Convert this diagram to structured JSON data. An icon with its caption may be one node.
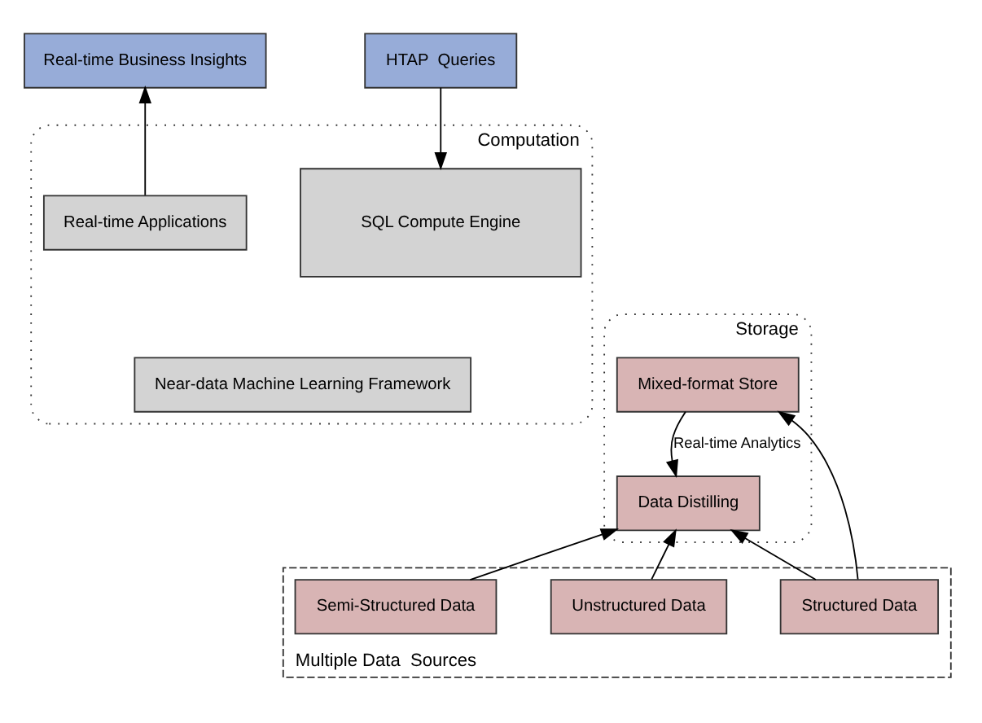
{
  "diagram": {
    "nodes": [
      {
        "text": [
          "HTAP  Queries"
        ]
      },
      {
        "text": [
          "Real-time Business Insights"
        ]
      },
      {
        "text": [
          "Computation"
        ]
      },
      {
        "text": [
          "SQL Compute Engine"
        ],
        "in": 2
      },
      {
        "text": [
          "Real-time Applications"
        ],
        "in": 2
      },
      {
        "text": [
          "Near-data Machine Learning Framework"
        ],
        "in": 2
      },
      {
        "text": [
          "Storage"
        ]
      },
      {
        "text": [
          "Mixed-format Store"
        ],
        "in": 6
      },
      {
        "text": [
          "Data Distilling"
        ],
        "in": 6
      },
      {
        "text": [
          "Multiple Data  Sources"
        ]
      },
      {
        "text": [
          "Structured Data"
        ],
        "in": 9
      },
      {
        "text": [
          "Semi-Structured Data"
        ],
        "in": 9
      },
      {
        "text": [
          "Unstructured Data"
        ],
        "in": 9
      }
    ],
    "edges": [
      {
        "from": 0,
        "to": 3,
        "arrow": "to"
      },
      {
        "from": 4,
        "to": 1,
        "arrow": "to"
      },
      {
        "from": 7,
        "to": 8,
        "arrow": "to",
        "label": "Real-time Analytics"
      },
      {
        "from": 10,
        "to": 7,
        "arrow": "to"
      },
      {
        "from": 10,
        "to": 8,
        "arrow": "to"
      },
      {
        "from": 11,
        "to": 8,
        "arrow": "to"
      },
      {
        "from": 12,
        "to": 8,
        "arrow": "to"
      }
    ]
  }
}
